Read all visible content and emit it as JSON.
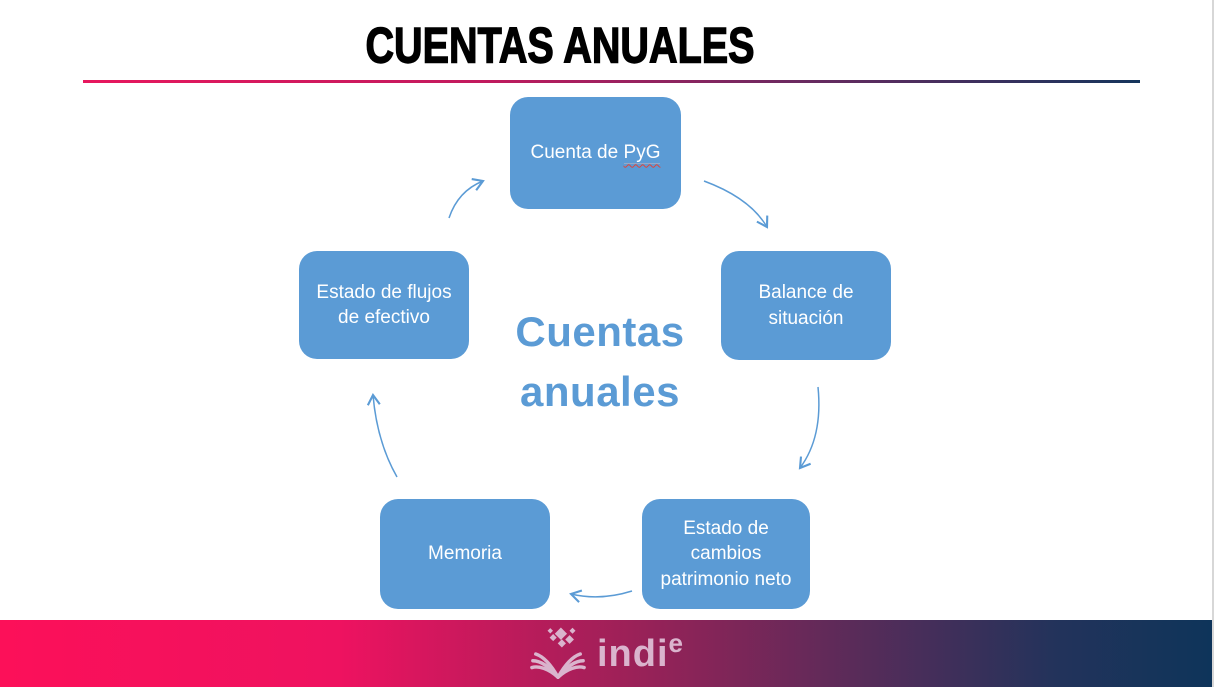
{
  "slide": {
    "title": "CUENTAS ANUALES",
    "center_label": {
      "line1": "Cuentas",
      "line2": "anuales"
    },
    "nodes": [
      {
        "name": "cuenta-de-pyg",
        "prefix": "Cuenta de",
        "highlight": "PyG"
      },
      {
        "name": "balance-de-situacion",
        "lines": [
          "Balance de",
          "situación"
        ]
      },
      {
        "name": "estado-cambios-patrimonio-neto",
        "lines": [
          "Estado de",
          "cambios",
          "patrimonio neto"
        ]
      },
      {
        "name": "memoria",
        "lines": [
          "Memoria"
        ]
      },
      {
        "name": "estado-flujos-efectivo",
        "lines": [
          "Estado de flujos",
          "de efectivo"
        ]
      }
    ],
    "footer": {
      "brand": "indi",
      "brand_superscript": "e"
    },
    "colors": {
      "node_fill": "#5b9bd5",
      "node_text": "#ffffff",
      "center_text": "#5b9bd5",
      "arrow": "#5b9bd5",
      "divider_left": "#e7175e",
      "divider_right": "#15355c",
      "footer_left": "#fc1059",
      "footer_right": "#0e345a",
      "logo": "#dab4cd"
    }
  }
}
